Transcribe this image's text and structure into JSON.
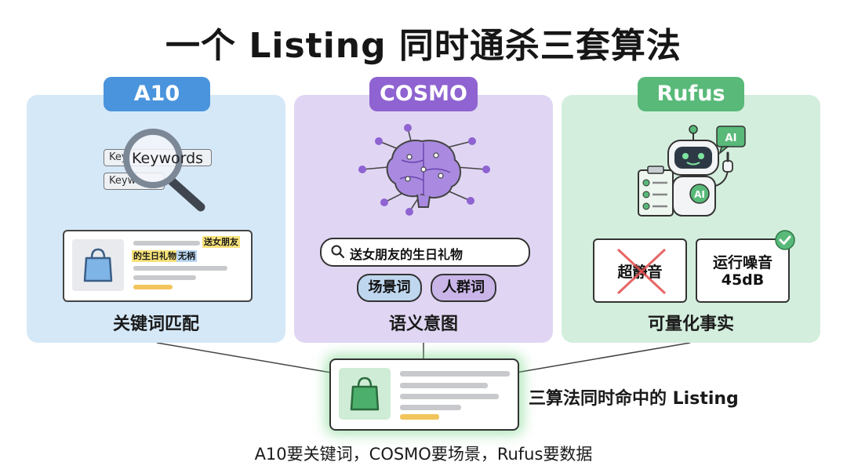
{
  "title": "一个 Listing 同时通杀三套算法",
  "panels": [
    {
      "tag": "A10",
      "title": "关键词匹配",
      "magnifier_text": "Keywords",
      "keyword_chips": [
        "Key",
        "Keyw"
      ],
      "listing_highlights": [
        "送女朋友",
        "的生日礼物",
        "无柄"
      ]
    },
    {
      "tag": "COSMO",
      "title": "语义意图",
      "search_query": "送女朋友的生日礼物",
      "intent_tags": [
        "场景词",
        "人群词"
      ]
    },
    {
      "tag": "Rufus",
      "title": "可量化事实",
      "robot_badge": "AI",
      "robot_chest": "AI",
      "rejected_claim": "超静音",
      "verified_fact": [
        "运行噪音",
        "45dB"
      ]
    }
  ],
  "result_label": "三算法同时命中的 Listing",
  "footer": "A10要关键词，COSMO要场景，Rufus要数据",
  "colors": {
    "a10": "#4a94dd",
    "cosmo": "#8f63d1",
    "rufus": "#58b978",
    "highlight_yellow": "#f7e27a",
    "highlight_blue": "#b9d6f2",
    "reject_red": "#e24b4b"
  },
  "icons": [
    "magnifier-icon",
    "shopping-bag-icon",
    "brain-network-icon",
    "search-icon",
    "robot-icon",
    "clipboard-check-icon",
    "cross-mark-icon",
    "check-badge-icon"
  ]
}
